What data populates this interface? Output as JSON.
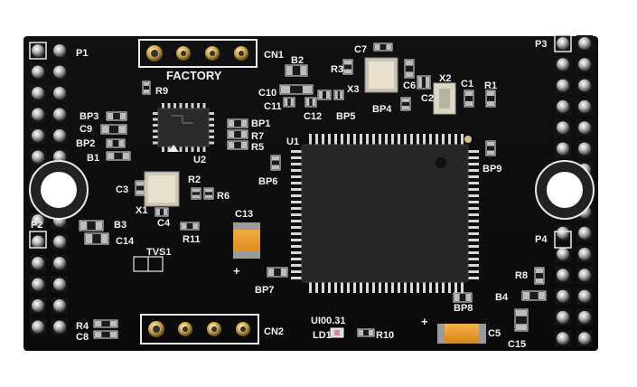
{
  "board": {
    "header_labels": {
      "factory": "FACTORY",
      "cn1": "CN1",
      "cn2": "CN2",
      "p1": "P1",
      "p2": "P2",
      "p3": "P3",
      "p4": "P4"
    },
    "version_mark": "UI00.31",
    "labels": [
      "R9",
      "BP3",
      "C9",
      "BP2",
      "B1",
      "U2",
      "BP1",
      "R7",
      "R5",
      "C3",
      "X1",
      "C4",
      "R2",
      "R6",
      "B3",
      "C14",
      "R11",
      "TVS1",
      "C13",
      "B2",
      "R3",
      "C7",
      "C10",
      "X3",
      "C11",
      "C12",
      "BP5",
      "BP4",
      "C6",
      "C2",
      "X2",
      "C1",
      "R1",
      "U1",
      "BP6",
      "BP9",
      "BP7",
      "BP8",
      "R8",
      "B4",
      "C15",
      "C5",
      "R4",
      "C8",
      "LD1",
      "R10"
    ],
    "icons": [
      "board-photo",
      "pin-header",
      "mounting-hole",
      "mcu-chip",
      "crystal",
      "capacitor",
      "resistor"
    ]
  }
}
